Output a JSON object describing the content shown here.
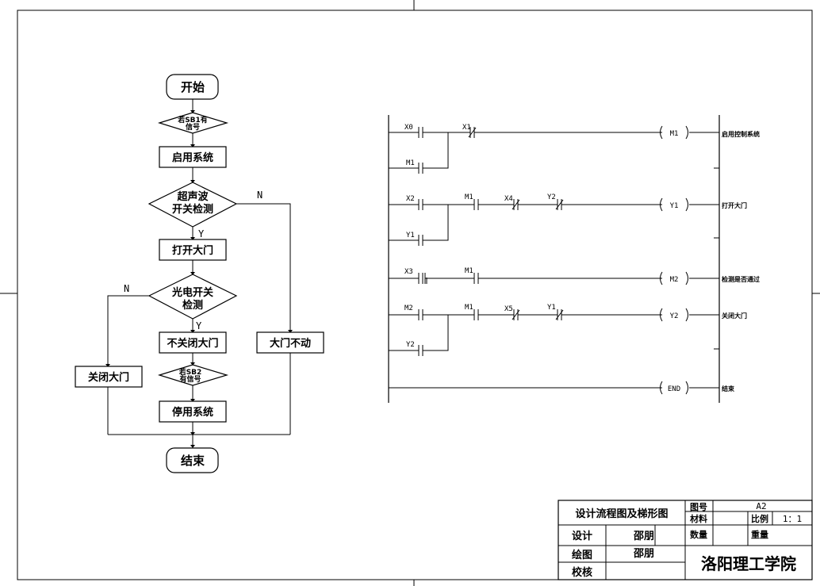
{
  "flowchart": {
    "start": "开始",
    "sb1": "若SB1有信号",
    "sb1_line1": "若SB1有",
    "sb1_line2": "信号",
    "enable_system": "启用系统",
    "ultrasonic_line1": "超声波",
    "ultrasonic_line2": "开关检测",
    "open_gate": "打开大门",
    "photo_line1": "光电开关",
    "photo_line2": "检测",
    "keep_open": "不关闭大门",
    "sb2_line1": "若SB2",
    "sb2_line2": "有信号",
    "disable_system": "停用系统",
    "close_gate": "关闭大门",
    "gate_still": "大门不动",
    "end": "结束",
    "yes": "Y",
    "no": "N"
  },
  "ladder": {
    "rungs": [
      {
        "contacts": [
          "X0",
          "X1"
        ],
        "branch": "M1",
        "coil": "M1",
        "comment": "启用控制系统"
      },
      {
        "contacts": [
          "X2",
          "M1",
          "X4",
          "Y2"
        ],
        "branch": "Y1",
        "coil": "Y1",
        "comment": "打开大门"
      },
      {
        "contacts": [
          "X3",
          "M1"
        ],
        "coil": "M2",
        "comment": "检测是否通过"
      },
      {
        "contacts": [
          "M2",
          "M1",
          "X5",
          "Y1"
        ],
        "branch": "Y2",
        "coil": "Y2",
        "comment": "关闭大门"
      },
      {
        "contacts": [],
        "coil": "END",
        "comment": "结束"
      }
    ]
  },
  "title_block": {
    "drawing_title": "设计流程图及梯形图",
    "drawing_no_label": "图号",
    "drawing_no": "A2",
    "material_label": "材料",
    "scale_label": "比例",
    "scale": "1：1",
    "quantity_label": "数量",
    "weight_label": "重量",
    "designer_label": "设计",
    "designer": "邵朋",
    "drafter_label": "绘图",
    "drafter": "邵朋",
    "checker_label": "校核",
    "institution": "洛阳理工学院"
  }
}
